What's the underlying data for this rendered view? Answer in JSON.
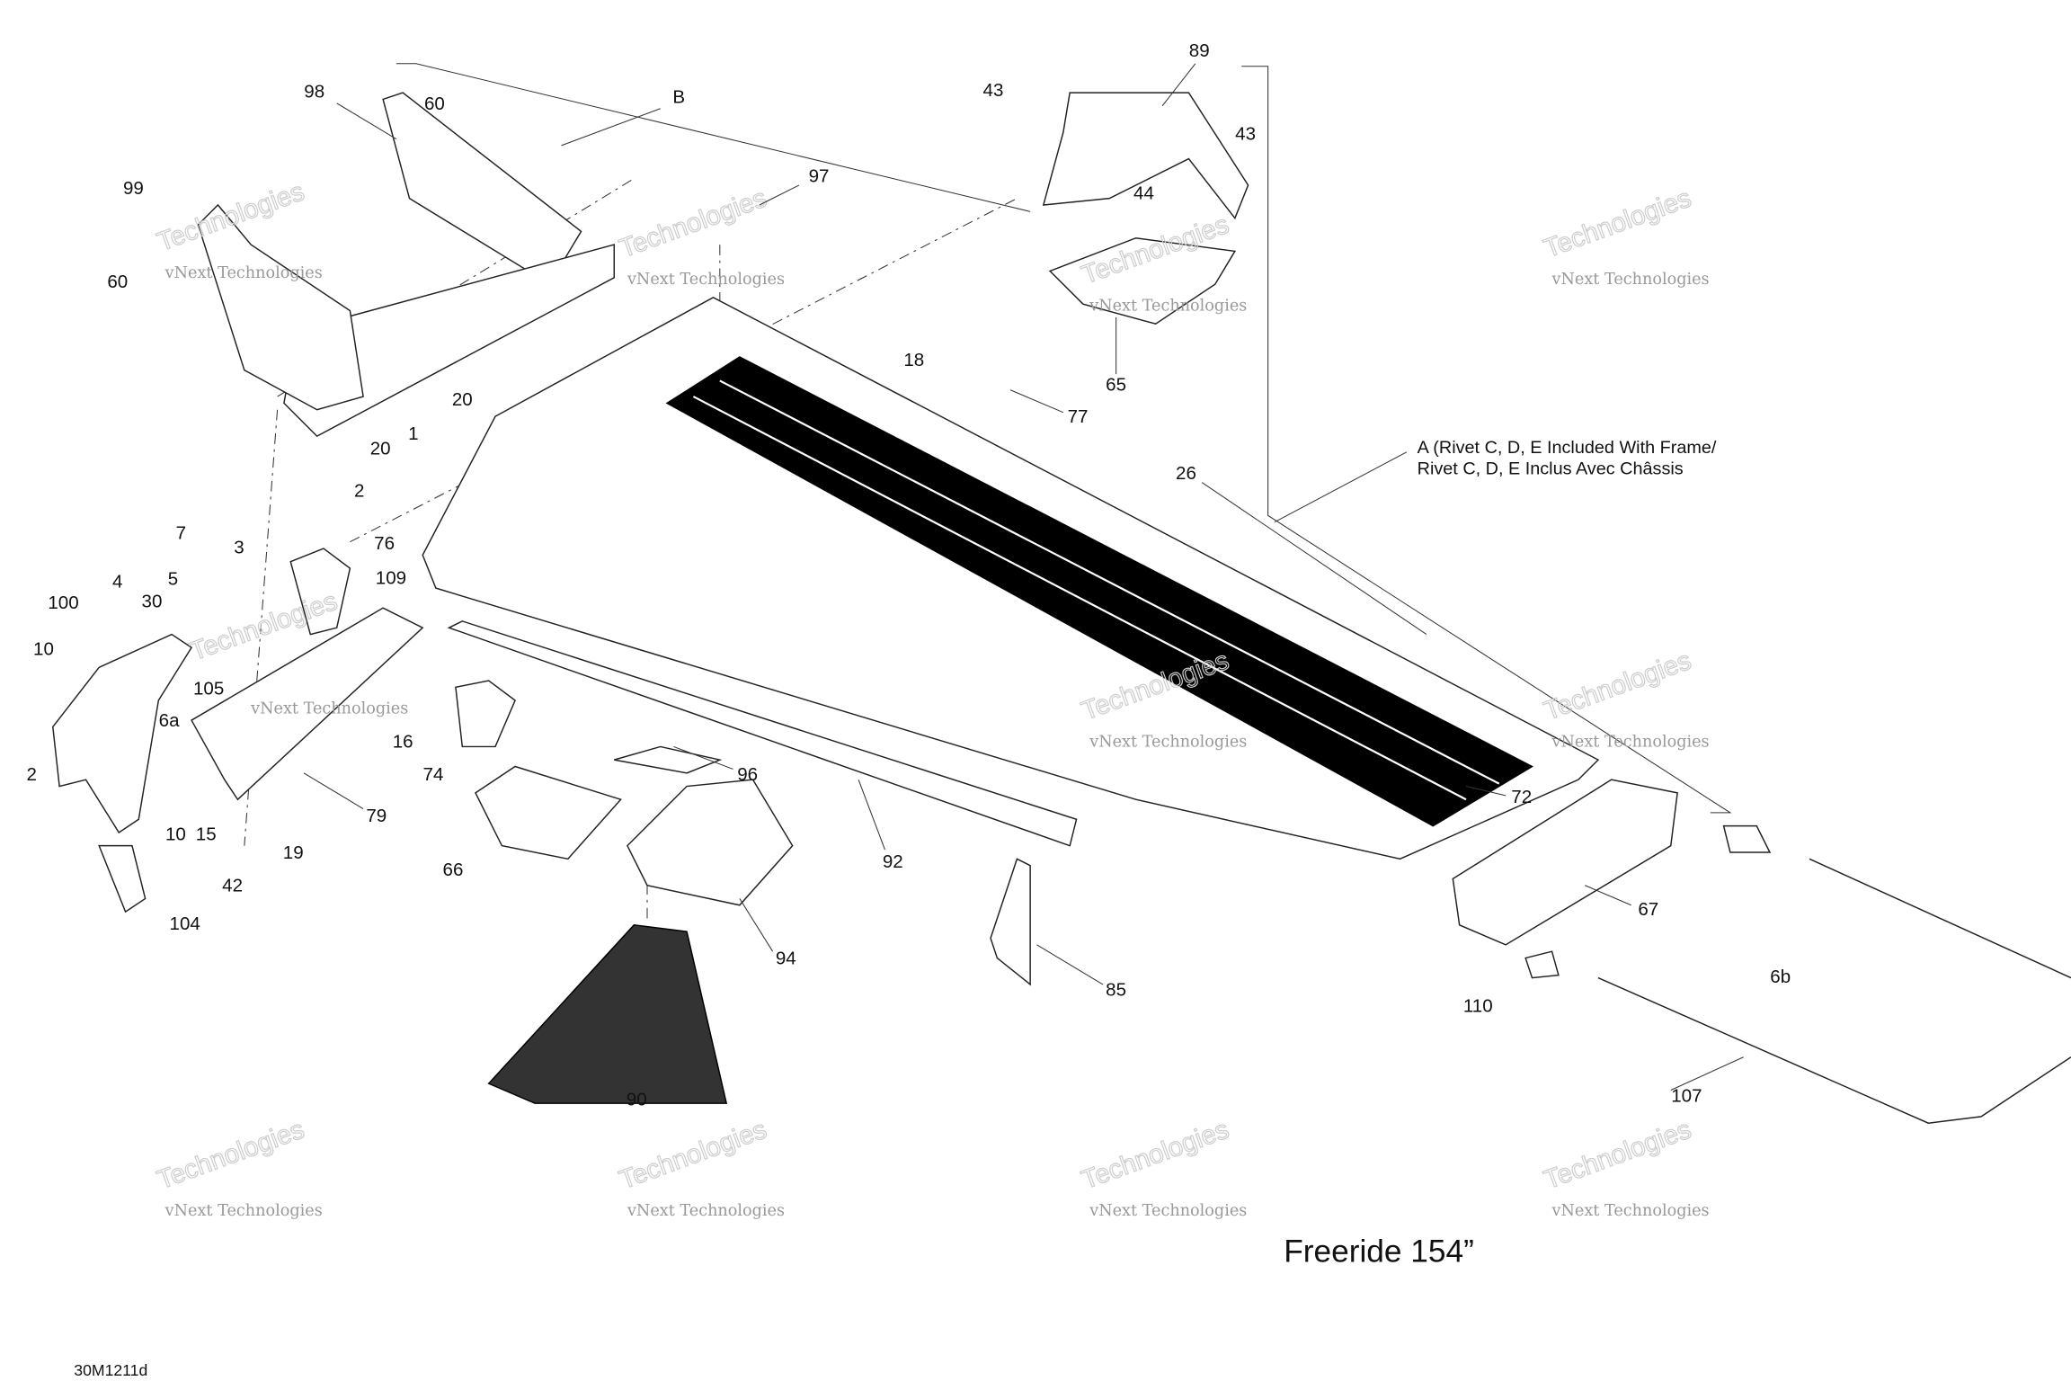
{
  "diagram": {
    "title": "Freeride 154”",
    "drawing_code": "30M1211d",
    "note_line1": "A (Rivet C, D, E Included With Frame/",
    "note_line2": "Rivet C, D, E Inclus Avec Châssis",
    "watermark_line1": "vNext Technologies",
    "watermark_line2": "vNext Technologies",
    "callouts": [
      "98",
      "60",
      "B",
      "99",
      "60",
      "97",
      "89",
      "43",
      "43",
      "44",
      "65",
      "18",
      "77",
      "20",
      "20",
      "1",
      "2",
      "7",
      "3",
      "76",
      "109",
      "4",
      "5",
      "30",
      "100",
      "10",
      "105",
      "6a",
      "16",
      "74",
      "96",
      "2",
      "10",
      "15",
      "19",
      "79",
      "42",
      "104",
      "66",
      "92",
      "94",
      "72",
      "67",
      "26",
      "85",
      "110",
      "6b",
      "107",
      "90"
    ]
  }
}
